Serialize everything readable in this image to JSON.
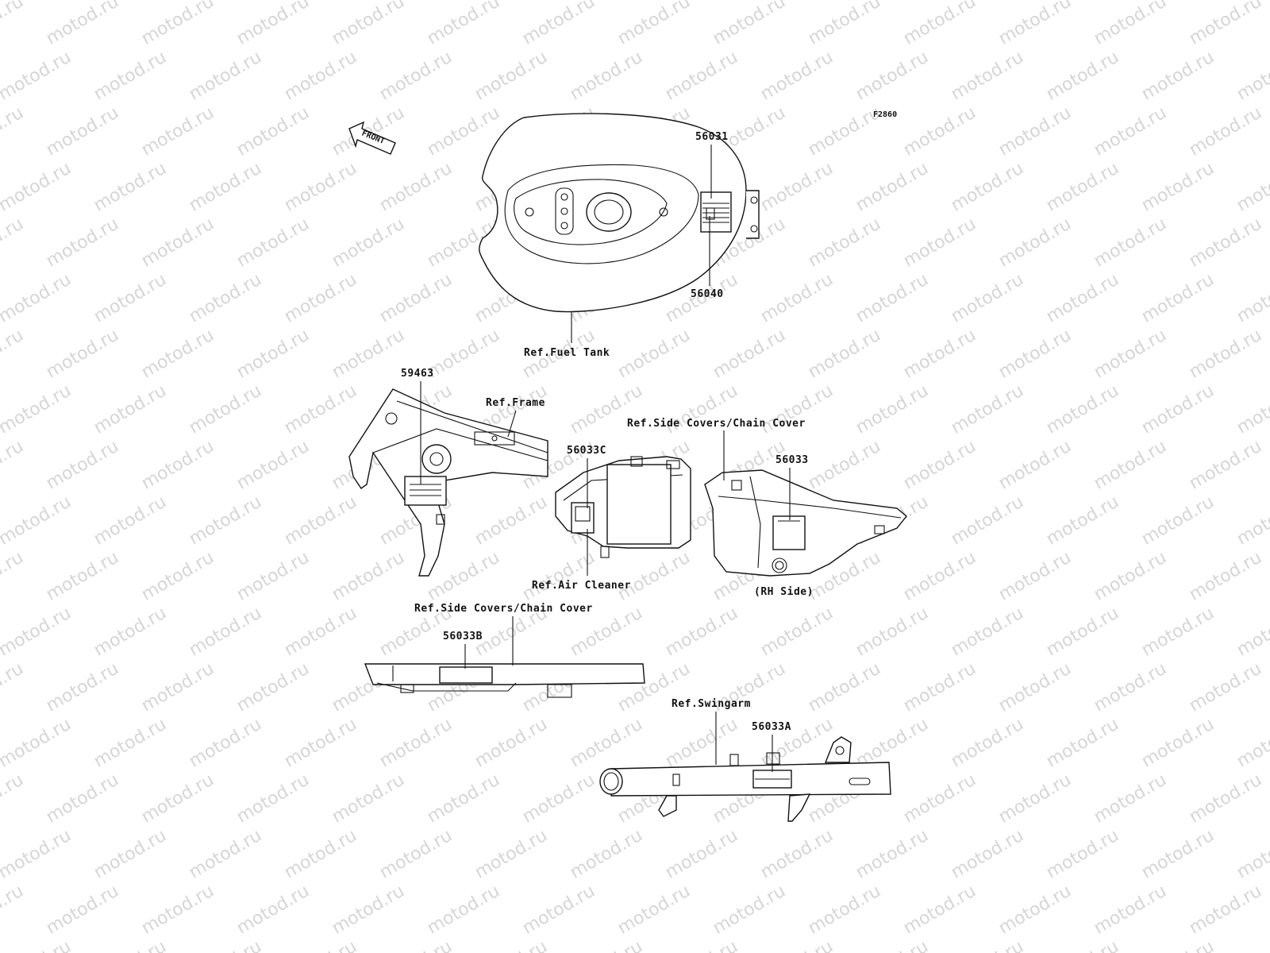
{
  "watermark": "motod.ru",
  "figure_code": "F2860",
  "front_arrow_label": "FRONT",
  "parts": {
    "p56031": "56031",
    "p56040": "56040",
    "p59463": "59463",
    "p56033C": "56033C",
    "p56033": "56033",
    "p56033B": "56033B",
    "p56033A": "56033A"
  },
  "refs": {
    "fuel_tank": "Ref.Fuel Tank",
    "frame": "Ref.Frame",
    "side_covers_1": "Ref.Side Covers/Chain Cover",
    "air_cleaner": "Ref.Air Cleaner",
    "rh_side": "(RH Side)",
    "side_covers_2": "Ref.Side Covers/Chain Cover",
    "swingarm": "Ref.Swingarm"
  }
}
